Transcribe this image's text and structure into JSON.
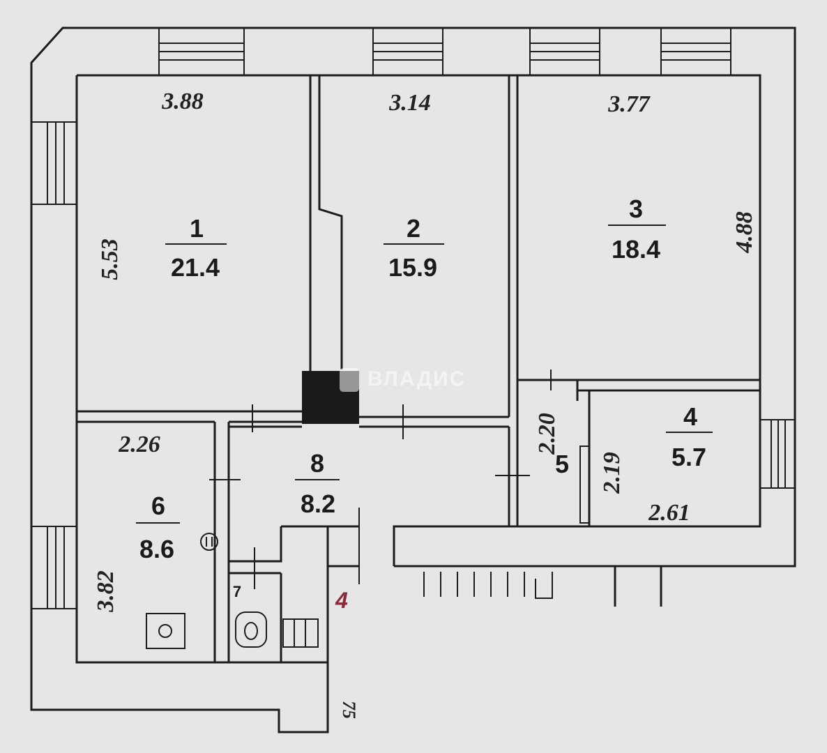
{
  "watermark": {
    "text": "ВЛАДИС"
  },
  "rooms": [
    {
      "id": "1",
      "number": "1",
      "area": "21.4"
    },
    {
      "id": "2",
      "number": "2",
      "area": "15.9"
    },
    {
      "id": "3",
      "number": "3",
      "area": "18.4"
    },
    {
      "id": "4",
      "number": "4",
      "area": "5.7"
    },
    {
      "id": "5",
      "number": "5",
      "area": ""
    },
    {
      "id": "6",
      "number": "6",
      "area": "8.6"
    },
    {
      "id": "7",
      "number": "7",
      "area": ""
    },
    {
      "id": "8",
      "number": "8",
      "area": "8.2"
    }
  ],
  "dimensions": {
    "room1_width": "3.88",
    "room1_depth": "5.53",
    "room2_width": "3.14",
    "room3_width": "3.77",
    "room3_depth": "4.88",
    "room4_width": "2.61",
    "room4_depth": "2.19",
    "room5_depth": "2.20",
    "room6_width": "2.26",
    "room6_depth": "3.82"
  },
  "stair_label": "4",
  "bottom_mark": "75"
}
